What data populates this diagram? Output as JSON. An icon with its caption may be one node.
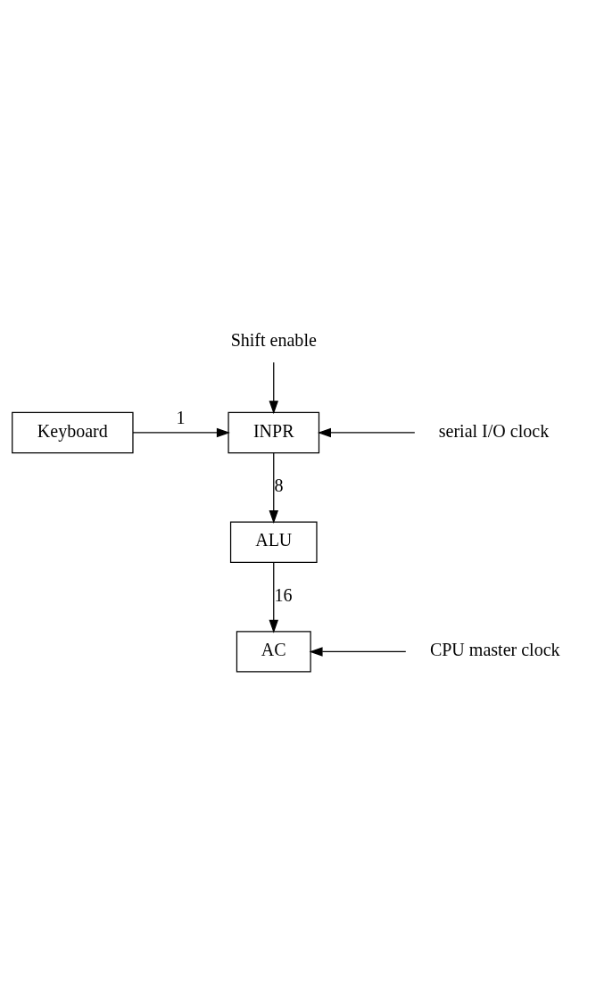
{
  "diagram": {
    "nodes": [
      {
        "text": [
          "Shift enable"
        ]
      },
      {
        "text": [
          "Keyboard"
        ]
      },
      {
        "text": [
          "INPR"
        ]
      },
      {
        "text": [
          "serial I/O clock"
        ]
      },
      {
        "text": [
          "ALU"
        ]
      },
      {
        "text": [
          "AC"
        ]
      },
      {
        "text": [
          "CPU master clock"
        ]
      }
    ],
    "edges": [
      {
        "from": 0,
        "to": 2,
        "arrow": "to"
      },
      {
        "from": 1,
        "to": 2,
        "arrow": "to",
        "label": "1"
      },
      {
        "from": 3,
        "to": 2,
        "arrow": "to"
      },
      {
        "from": 2,
        "to": 4,
        "arrow": "to",
        "label": "8"
      },
      {
        "from": 4,
        "to": 5,
        "arrow": "to",
        "label": "16"
      },
      {
        "from": 6,
        "to": 5,
        "arrow": "to"
      }
    ]
  }
}
